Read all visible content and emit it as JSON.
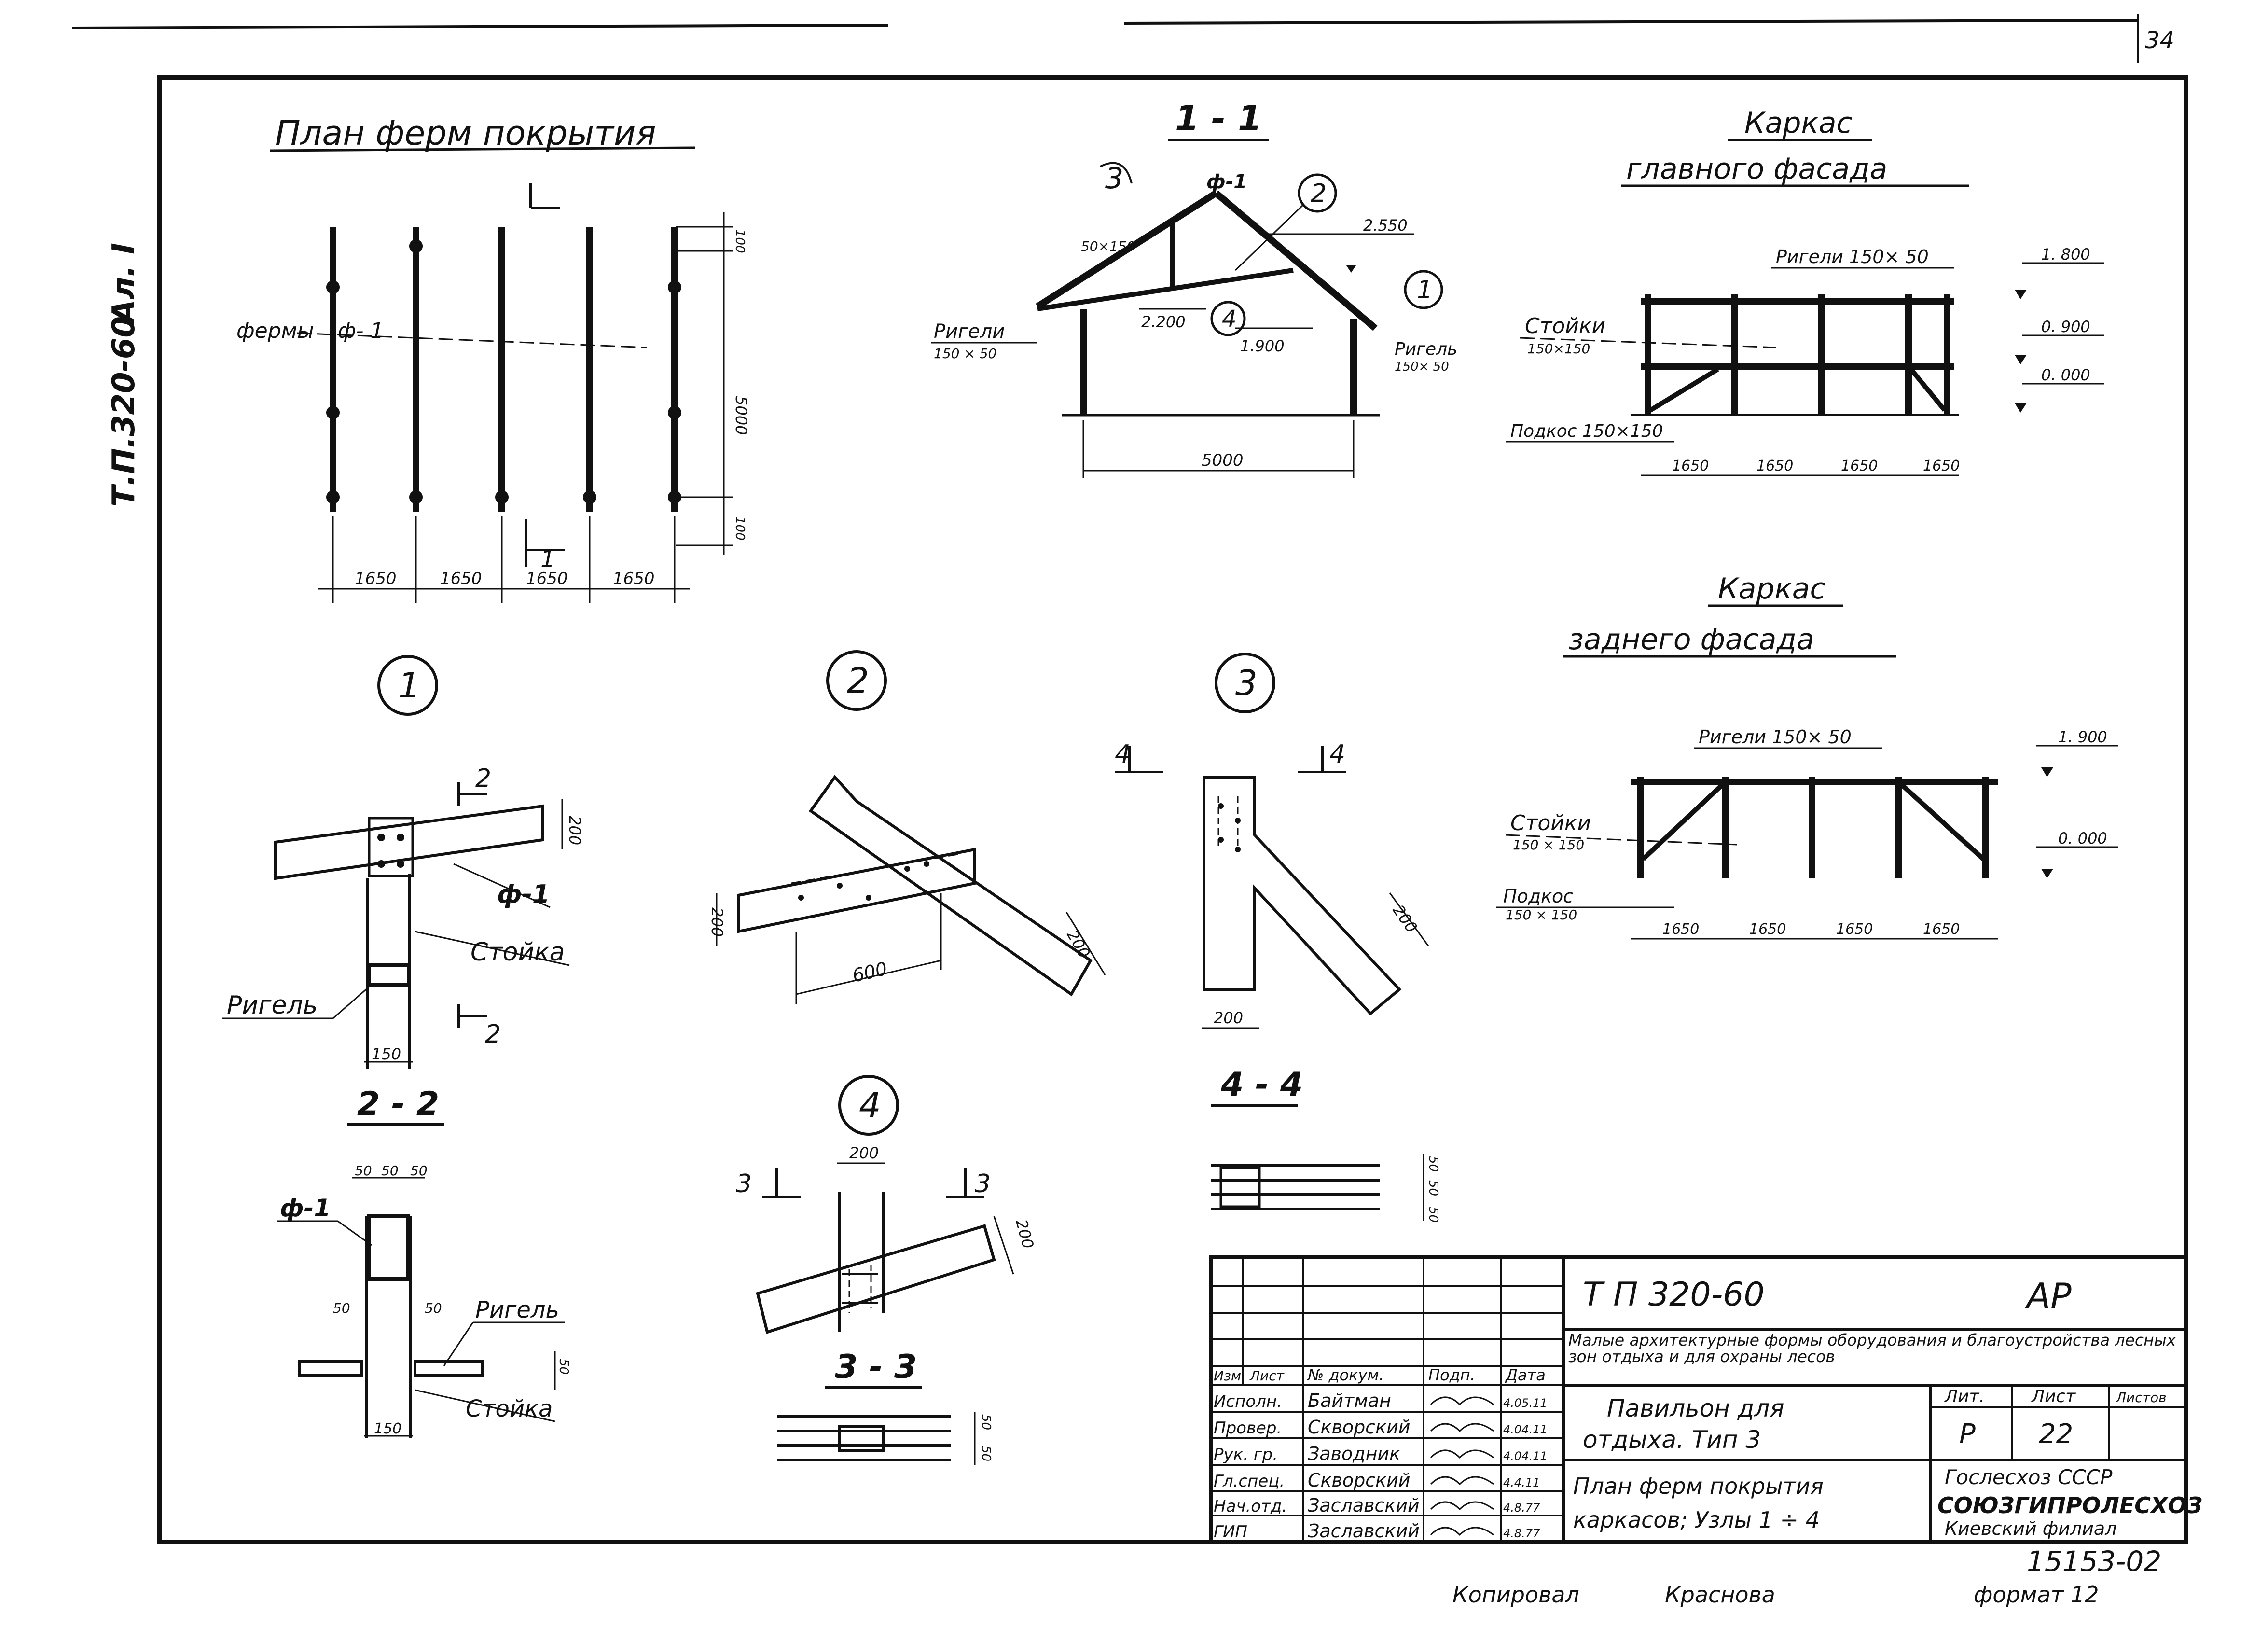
{
  "sheet": {
    "corner_number": "34",
    "side_code": "Т.П.320-60",
    "side_album": "Ал. I",
    "copied_by": "Копировал",
    "copied_name": "Краснова",
    "format": "формат 12",
    "archive_no": "15153-02"
  },
  "plan": {
    "title": "План ферм покрытия",
    "label_trusses": "фермы",
    "label_f1": "ф- 1",
    "dims": [
      "1650",
      "1650",
      "1650",
      "1650"
    ],
    "dim_total": "5000",
    "dim_top": "100",
    "dim_bottom": "100",
    "cut_mark": "1"
  },
  "section11": {
    "title": "1 - 1",
    "callout_1": "1",
    "callout_2": "2",
    "callout_3": "3",
    "callout_4": "4",
    "label_f1": "ф-1",
    "label_50x150": "50×150",
    "label_rigel_left": "Ригели",
    "label_rigel_left_size": "150 × 50",
    "label_rigel_right": "Ригель",
    "label_rigel_right_size": "150× 50",
    "elev_2550": "2.550",
    "elev_2200": "2.200",
    "elev_1900": "1.900",
    "dim_5000": "5000"
  },
  "front_frame": {
    "title_1": "Каркас",
    "title_2": "главного фасада",
    "label_rigel": "Ригели 150× 50",
    "label_stoiki": "Стойки",
    "label_stoiki_size": "150×150",
    "label_podkos": "Подкос 150×150",
    "elev_1800": "1. 800",
    "elev_0900": "0. 900",
    "elev_0000": "0. 000",
    "dims": [
      "1650",
      "1650",
      "1650",
      "1650"
    ]
  },
  "back_frame": {
    "title_1": "Каркас",
    "title_2": "заднего фасада",
    "label_rigel": "Ригели 150× 50",
    "label_stoiki": "Стойки",
    "label_stoiki_size": "150 × 150",
    "label_podkos": "Подкос",
    "label_podkos_size": "150 × 150",
    "elev_1900": "1. 900",
    "elev_0000": "0. 000",
    "dims": [
      "1650",
      "1650",
      "1650",
      "1650"
    ]
  },
  "node1": {
    "number": "1",
    "label_f1": "ф-1",
    "label_stoika": "Стойка",
    "label_rigel": "Ригель",
    "cut": "2",
    "dim_200": "200",
    "dim_150": "150"
  },
  "node2": {
    "number": "2",
    "dim_200a": "200",
    "dim_200b": "200",
    "dim_600": "600"
  },
  "node3": {
    "number": "3",
    "cut": "4",
    "dim_200a": "200",
    "dim_200b": "200"
  },
  "node4": {
    "number": "4",
    "cut": "3",
    "dim_200a": "200",
    "dim_200b": "200"
  },
  "sec22": {
    "title": "2 - 2",
    "label_f1": "ф-1",
    "label_rigel": "Ригель",
    "label_stoika": "Стойка",
    "d50a": "50",
    "d50b": "50",
    "d50c": "50",
    "d50l": "50",
    "d50r": "50",
    "d150": "150",
    "d50v": "50"
  },
  "sec33": {
    "title": "3 - 3",
    "d50a": "50",
    "d50b": "50"
  },
  "sec44": {
    "title": "4 - 4",
    "d50a": "50",
    "d50b": "50",
    "d50c": "50"
  },
  "stamp": {
    "code": "Т П 320-60",
    "mark": "АР",
    "desc": "Малые архитектурные формы оборудования и благоустройства лесных зон отдыха и для охраны лесов",
    "title_1": "Павильон для",
    "title_2": "отдыха. Тип 3",
    "sheet_title_1": "План ферм покрытия",
    "sheet_title_2": "каркасов; Узлы 1 ÷ 4",
    "h_izm": "Изм",
    "h_list": "Лист",
    "h_doc": "№ докум.",
    "h_podp": "Подп.",
    "h_date": "Дата",
    "h_lit": "Лит.",
    "h_sheet": "Лист",
    "h_sheets": "Листов",
    "lit": "Р",
    "sheet_no": "22",
    "org_1": "Гослесхоз СССР",
    "org_2": "СОЮЗГИПРОЛЕСХОЗ",
    "org_3": "Киевский филиал",
    "rows": [
      {
        "role": "Исполн.",
        "name": "Байтман",
        "date": "4.05.11"
      },
      {
        "role": "Провер.",
        "name": "Скворский",
        "date": "4.04.11"
      },
      {
        "role": "Рук. гр.",
        "name": "Заводник",
        "date": "4.04.11"
      },
      {
        "role": "Гл.спец.",
        "name": "Скворский",
        "date": "4.4.11"
      },
      {
        "role": "Нач.отд.",
        "name": "Заславский",
        "date": "4.8.77"
      },
      {
        "role": "ГИП",
        "name": "Заславский",
        "date": "4.8.77"
      }
    ]
  }
}
